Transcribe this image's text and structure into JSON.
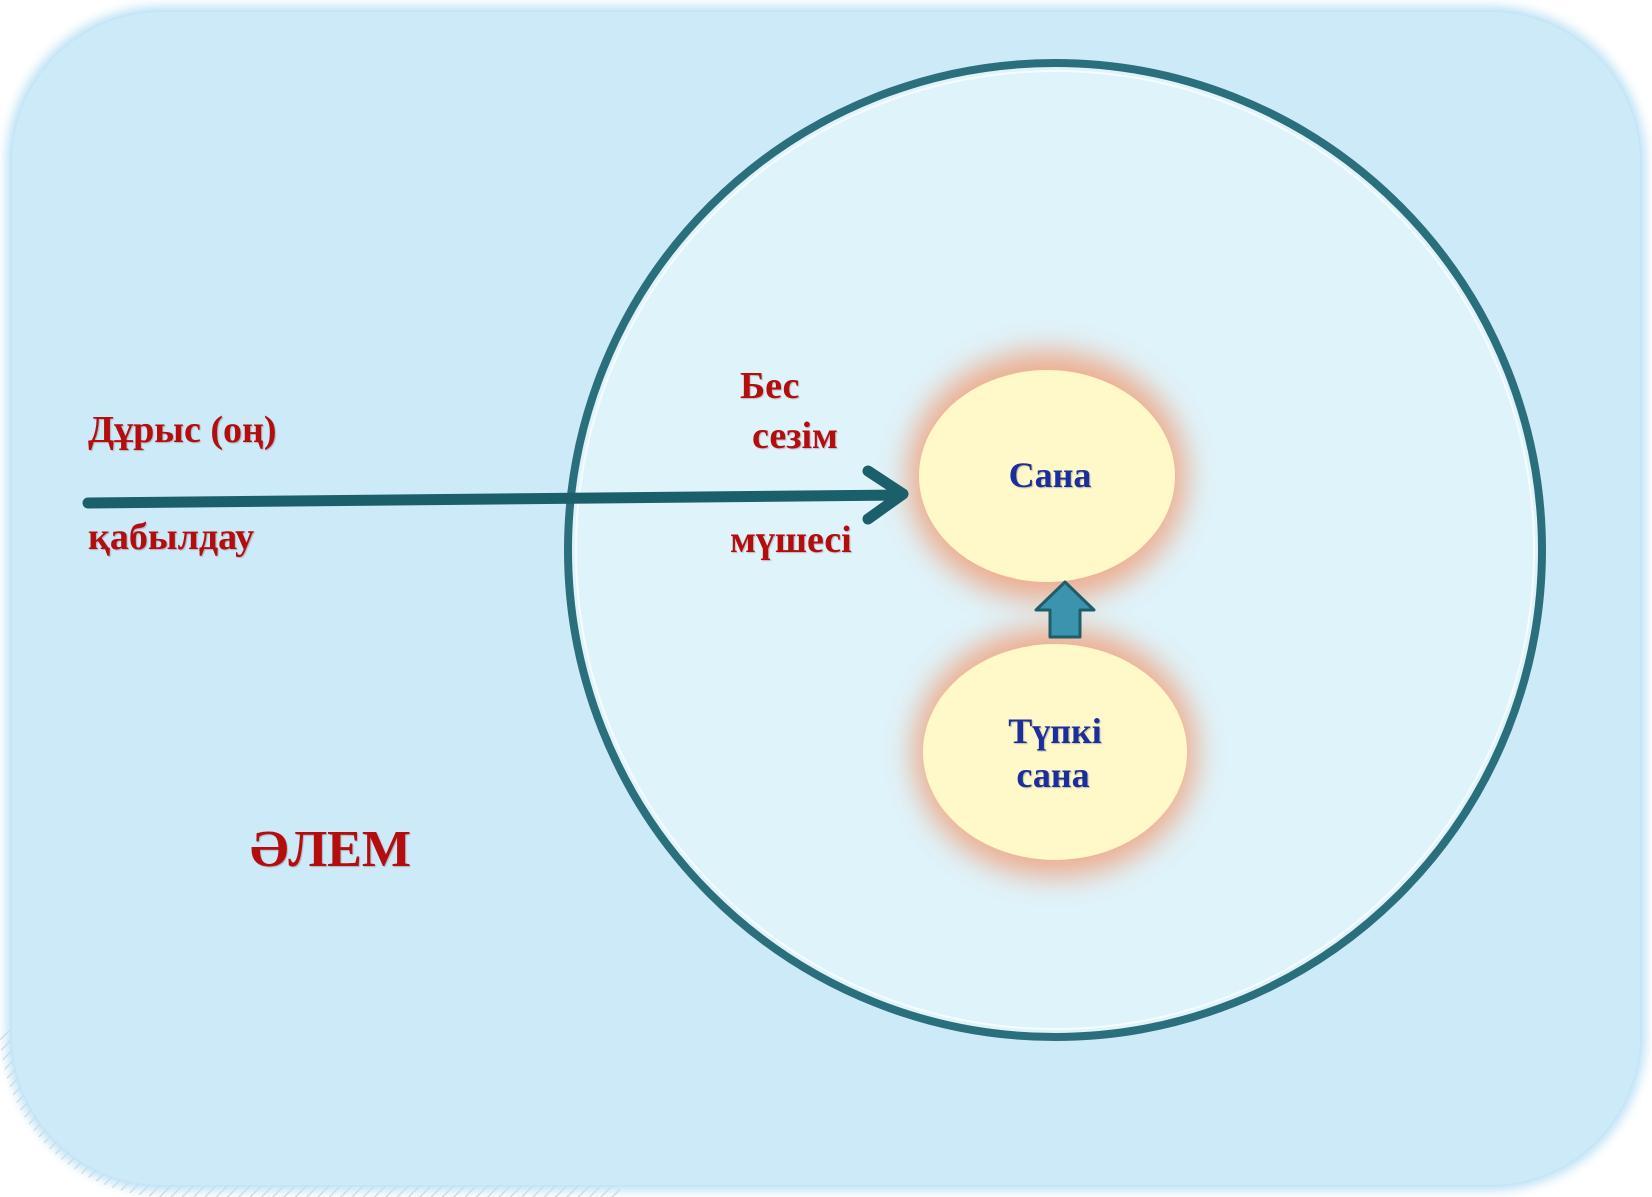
{
  "diagram": {
    "outside_label": "ӘЛЕМ",
    "perception_line1": "Дұрыс (оң)",
    "perception_line2": "қабылдау",
    "senses_line1": "Бес",
    "senses_line2": "сезім",
    "senses_line3": "мүшесі",
    "consciousness": "Сана",
    "subconscious_line1": "Түпкі",
    "subconscious_line2": "сана"
  },
  "colors": {
    "background": "#cdeaf9",
    "circle_fill": "#dff3fa",
    "circle_stroke": "#2c6f7c",
    "arrow": "#1b5f6b",
    "node_fill": "#fff8c8",
    "node_glow": "#f0a27e",
    "red_text": "#b30d0d",
    "blue_text": "#1a2f9c"
  }
}
